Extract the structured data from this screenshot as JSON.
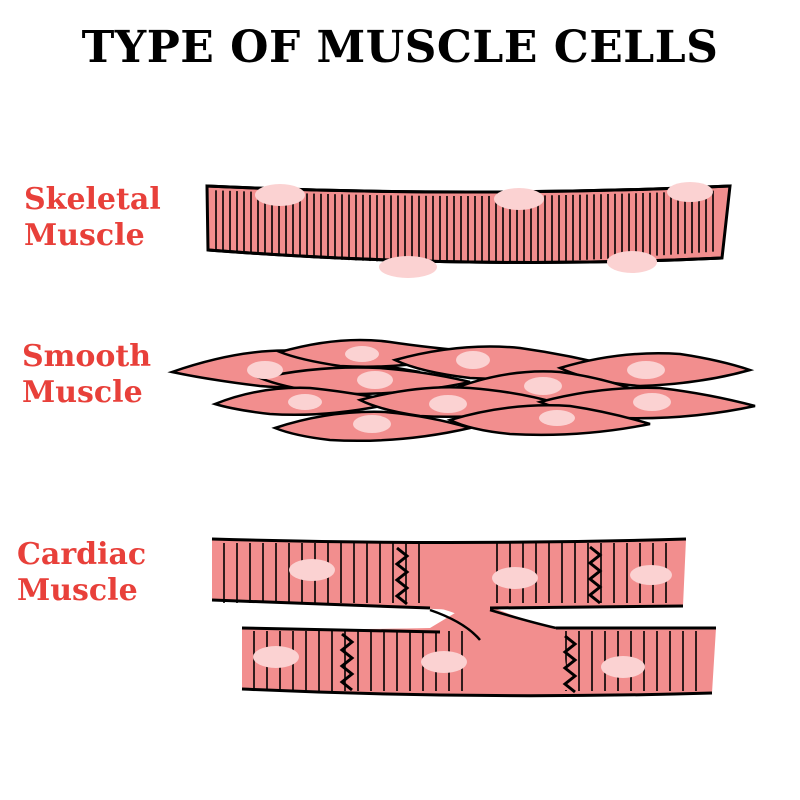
{
  "title": "TYPE OF MUSCLE CELLS",
  "colors": {
    "label": "#e8403a",
    "fiber": "#f28e8e",
    "nucleus": "#fbd2d2",
    "stroke": "#000000"
  },
  "muscles": [
    {
      "id": "skeletal",
      "label": "Skeletal\nMuscle"
    },
    {
      "id": "smooth",
      "label": "Smooth\nMuscle"
    },
    {
      "id": "cardiac",
      "label": "Cardiac\nMuscle"
    }
  ]
}
